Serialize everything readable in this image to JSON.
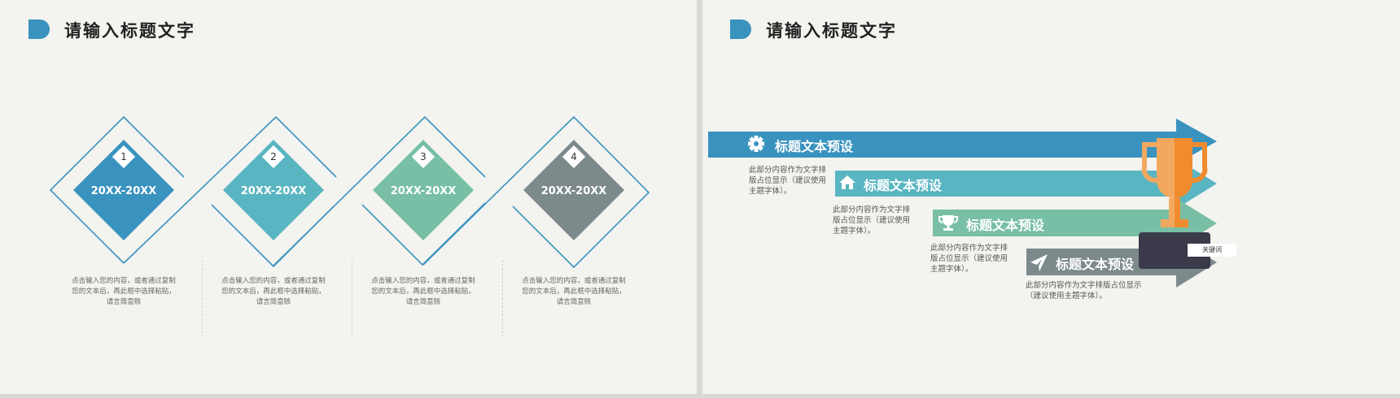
{
  "left_slide": {
    "title": "请输入标题文字",
    "steps": [
      {
        "number": "1",
        "date": "20XX-20XX",
        "color": "#3a93bf",
        "description": "点击输入您的内容，或者通过复制您的文本后，再此框中选择粘贴，请言简意赅"
      },
      {
        "number": "2",
        "date": "20XX-20XX",
        "color": "#5ab5c2",
        "description": "点击输入您的内容，或者通过复制您的文本后，再此框中选择粘贴，请言简意赅"
      },
      {
        "number": "3",
        "date": "20XX-20XX",
        "color": "#78bfa5",
        "description": "点击输入您的内容，或者通过复制您的文本后，再此框中选择粘贴，请言简意赅"
      },
      {
        "number": "4",
        "date": "20XX-20XX",
        "color": "#7c8a8c",
        "description": "点击输入您的内容，或者通过复制您的文本后，再此框中选择粘贴，请言简意赅"
      }
    ]
  },
  "right_slide": {
    "title": "请输入标题文字",
    "arrows": [
      {
        "label": "标题文本预设",
        "icon": "gear-icon",
        "color": "#3a93bf",
        "description": "此部分内容作为文字排版占位显示（建议使用主题字体）。"
      },
      {
        "label": "标题文本预设",
        "icon": "home-icon",
        "color": "#5ab5c2",
        "description": "此部分内容作为文字排版占位显示（建议使用主题字体）。"
      },
      {
        "label": "标题文本预设",
        "icon": "trophy-icon",
        "color": "#78bfa5",
        "description": "此部分内容作为文字排版占位显示（建议使用主题字体）。"
      },
      {
        "label": "标题文本预设",
        "icon": "paper-plane-icon",
        "color": "#7c8a8c",
        "description": "此部分内容作为文字排版占位显示（建议使用主题字体）。"
      }
    ],
    "trophy": {
      "label": "关键词",
      "icon": "trophy-icon",
      "cup_color": "#f0943a",
      "base_color": "#3a3a4a"
    }
  }
}
